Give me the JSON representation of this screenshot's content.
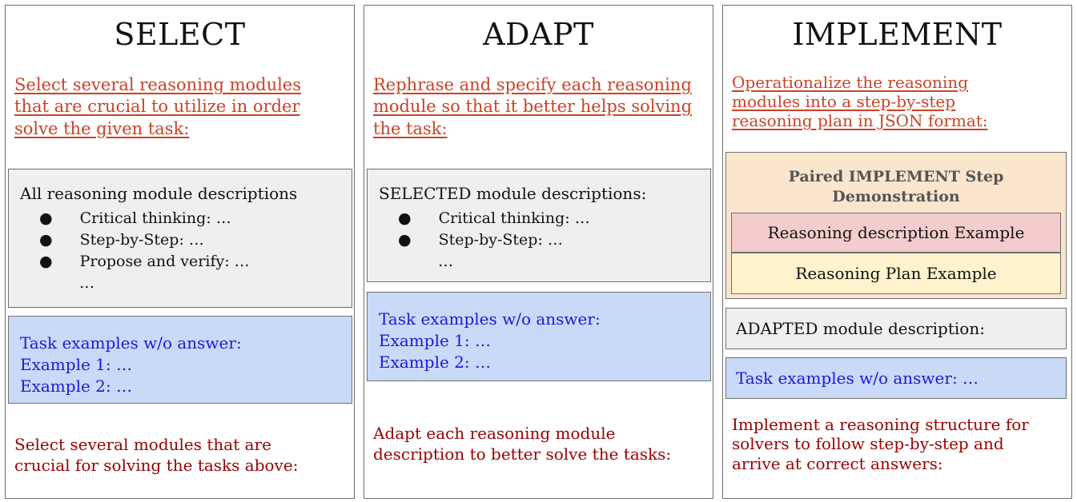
{
  "select": {
    "title": "SELECT",
    "intro_underlined": "Select several reasoning modules that are crucial to utilize in order solve the given task",
    "intro_l1": "Select several reasoning modules",
    "intro_l2": "that are crucial to utilize in order",
    "intro_l3_underlined": "solve the given task",
    "intro_l3_tail": ":",
    "modules": {
      "heading": "All reasoning module descriptions",
      "items": [
        "Critical thinking: …",
        "Step-by-Step: …",
        "Propose and verify: …"
      ],
      "more": "…"
    },
    "task": {
      "heading": "Task examples w/o answer:",
      "ex1": "Example 1: …",
      "ex2": "Example 2: …"
    },
    "instruction_l1": "Select several modules that are",
    "instruction_l2": "crucial for solving the tasks above:"
  },
  "adapt": {
    "title": "ADAPT",
    "intro_l1": "Rephrase and specify each reasoning",
    "intro_l2": "module so that it better helps solving",
    "intro_l3": "the task:",
    "modules": {
      "heading": "SELECTED module descriptions:",
      "items": [
        "Critical thinking: …",
        "Step-by-Step: …"
      ],
      "more": "…"
    },
    "task": {
      "heading": "Task examples w/o answer:",
      "ex1": "Example 1: …",
      "ex2": "Example 2: …"
    },
    "instruction_l1": "Adapt each reasoning module",
    "instruction_l2": "description to better solve the tasks:"
  },
  "implement": {
    "title": "IMPLEMENT",
    "intro_l1": "Operationalize the reasoning",
    "intro_l2": "modules into a step-by-step",
    "intro_l3": "reasoning plan in JSON format:",
    "demo": {
      "title_l1": "Paired IMPLEMENT Step",
      "title_l2": "Demonstration",
      "desc_example": "Reasoning description Example",
      "plan_example": "Reasoning Plan Example"
    },
    "adapted": "ADAPTED module description:",
    "task": "Task examples w/o answer: …",
    "instruction_l1": "Implement a reasoning structure for",
    "instruction_l2": "solvers to follow step-by-step and",
    "instruction_l3": "arrive at correct answers:"
  },
  "colors": {
    "intro": "#cc4125",
    "instruction": "#990000",
    "task_text": "#1a1adc",
    "gray_box": "#efefef",
    "blue_box": "#c9daf8",
    "orange_box": "#fce5cd",
    "pink_box": "#f4cccc",
    "yellow_box": "#fff2cc"
  }
}
